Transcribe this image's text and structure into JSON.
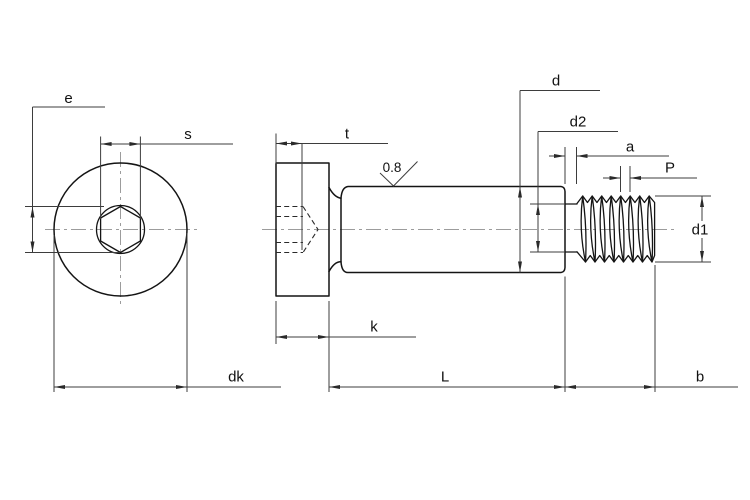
{
  "drawing": {
    "labels": {
      "e": "e",
      "s": "s",
      "dk": "dk",
      "t": "t",
      "k": "k",
      "L": "L",
      "b": "b",
      "d": "d",
      "d2": "d2",
      "a": "a",
      "p": "P",
      "d1": "d1",
      "roughness": "0.8"
    },
    "colors": {
      "background": "#ffffff",
      "object_line": "#141414",
      "dimension_line": "#3d3d3d",
      "centerline": "#9c9c9c"
    }
  }
}
